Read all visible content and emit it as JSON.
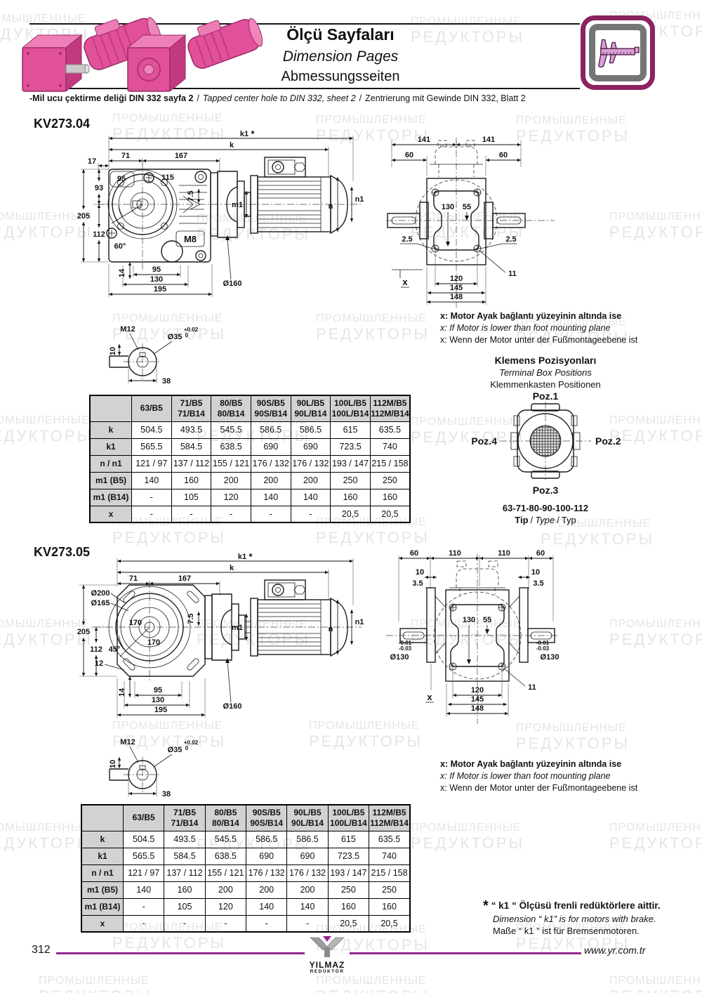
{
  "watermark": {
    "line1": "ПРОМЫШЛЕННЫЕ",
    "line2": "РЕДУКТОРЫ"
  },
  "header": {
    "title_tr": "Ölçü Sayfaları",
    "title_en": "Dimension Pages",
    "title_de": "Abmessungsseiten",
    "note_tr": "-Mil ucu çektirme deliği DIN 332 sayfa 2",
    "sep1": "/",
    "note_en": "Tapped center hole to DIN 332, sheet 2",
    "sep2": "/",
    "note_de": "Zentrierung mit Gewinde DIN 332, Blatt 2"
  },
  "xnote": {
    "tr": "x: Motor Ayak bağlantı yüzeyinin altında ise",
    "en": "x: If Motor is lower than foot mounting plane",
    "de": "x: Wenn der Motor unter der Fußmontageebene ist"
  },
  "terminal": {
    "title_tr": "Klemens Pozisyonları",
    "title_en": "Terminal Box Positions",
    "title_de": "Klemmenkasten Positionen",
    "poz1": "Poz.1",
    "poz2": "Poz.2",
    "poz3": "Poz.3",
    "poz4": "Poz.4",
    "types": "63-71-80-90-100-112",
    "tip": "Tip",
    "type": "Type",
    "typ": "Typ",
    "sep": "/"
  },
  "kv04": {
    "model": "KV273.04",
    "main": {
      "k1": "k1",
      "star": "*",
      "k": "k",
      "w71": "71",
      "w167": "167",
      "w17": "17",
      "c95": "95",
      "c115": "115",
      "h93": "93",
      "h205": "205",
      "h112": "112",
      "a60": "60°",
      "m8": "M8",
      "v75": "7.5",
      "m1": "m1",
      "n": "n",
      "n1": "n1",
      "b14": "14",
      "b95": "95",
      "b130": "130",
      "b195": "195",
      "d160": "Ø160"
    },
    "rear": {
      "t141l": "141",
      "t141r": "141",
      "t60l": "60",
      "t60r": "60",
      "c130": "130",
      "c55": "55",
      "s25l": "2.5",
      "s25r": "2.5",
      "l11": "11",
      "b120": "120",
      "b145": "145",
      "b148": "148",
      "x": "x"
    },
    "shaft": {
      "m12": "M12",
      "h10": "10",
      "d35": "Ø35",
      "tol_top": "+0.02",
      "tol_bot": "0",
      "w38": "38"
    },
    "table": {
      "col0": "",
      "headers": [
        [
          "63/B5"
        ],
        [
          "71/B5",
          "71/B14"
        ],
        [
          "80/B5",
          "80/B14"
        ],
        [
          "90S/B5",
          "90S/B14"
        ],
        [
          "90L/B5",
          "90L/B14"
        ],
        [
          "100L/B5",
          "100L/B14"
        ],
        [
          "112M/B5",
          "112M/B14"
        ]
      ],
      "rows": [
        {
          "label": "k",
          "values": [
            "504.5",
            "493.5",
            "545.5",
            "586.5",
            "586.5",
            "615",
            "635.5"
          ]
        },
        {
          "label": "k1",
          "values": [
            "565.5",
            "584.5",
            "638.5",
            "690",
            "690",
            "723.5",
            "740"
          ]
        },
        {
          "label": "n / n1",
          "values": [
            "121 / 97",
            "137 / 112",
            "155 / 121",
            "176 / 132",
            "176 / 132",
            "193 / 147",
            "215 / 158"
          ]
        },
        {
          "label": "m1 (B5)",
          "values": [
            "140",
            "160",
            "200",
            "200",
            "200",
            "250",
            "250"
          ]
        },
        {
          "label": "m1 (B14)",
          "values": [
            "-",
            "105",
            "120",
            "140",
            "140",
            "160",
            "160"
          ]
        },
        {
          "label": "x",
          "values": [
            "-",
            "-",
            "-",
            "-",
            "-",
            "20,5",
            "20,5"
          ]
        }
      ]
    }
  },
  "kv05": {
    "model": "KV273.05",
    "main": {
      "k1": "k1",
      "star": "*",
      "k": "k",
      "w71": "71",
      "w167": "167",
      "d200": "Ø200",
      "d165": "Ø165",
      "c170a": "170",
      "c170b": "170",
      "h205": "205",
      "h112": "112",
      "a45": "45°",
      "w12": "12",
      "v75": "7.5",
      "m1": "m1",
      "n": "n",
      "n1": "n1",
      "b14": "14",
      "b95": "95",
      "b130": "130",
      "b195": "195",
      "d160": "Ø160"
    },
    "rear": {
      "t60l": "60",
      "t110l": "110",
      "t110r": "110",
      "t60r": "60",
      "s10l": "10",
      "s35l": "3.5",
      "s10r": "10",
      "s35r": "3.5",
      "c130": "130",
      "c55": "55",
      "toll1": "-0.01",
      "toll2": "-0.03",
      "d130l": "Ø130",
      "tolr1": "-0.01",
      "tolr2": "-0.03",
      "d130r": "Ø130",
      "l11": "11",
      "b120": "120",
      "b145": "145",
      "b148": "148",
      "x": "x"
    },
    "shaft": {
      "m12": "M12",
      "h10": "10",
      "d35": "Ø35",
      "tol_top": "+0.02",
      "tol_bot": "0",
      "w38": "38"
    },
    "table": {
      "col0": "",
      "headers": [
        [
          "63/B5"
        ],
        [
          "71/B5",
          "71/B14"
        ],
        [
          "80/B5",
          "80/B14"
        ],
        [
          "90S/B5",
          "90S/B14"
        ],
        [
          "90L/B5",
          "90L/B14"
        ],
        [
          "100L/B5",
          "100L/B14"
        ],
        [
          "112M/B5",
          "112M/B14"
        ]
      ],
      "rows": [
        {
          "label": "k",
          "values": [
            "504.5",
            "493.5",
            "545.5",
            "586.5",
            "586.5",
            "615",
            "635.5"
          ]
        },
        {
          "label": "k1",
          "values": [
            "565.5",
            "584.5",
            "638.5",
            "690",
            "690",
            "723.5",
            "740"
          ]
        },
        {
          "label": "n / n1",
          "values": [
            "121 / 97",
            "137 / 112",
            "155 / 121",
            "176 / 132",
            "176 / 132",
            "193 / 147",
            "215 / 158"
          ]
        },
        {
          "label": "m1 (B5)",
          "values": [
            "140",
            "160",
            "200",
            "200",
            "200",
            "250",
            "250"
          ]
        },
        {
          "label": "m1 (B14)",
          "values": [
            "-",
            "105",
            "120",
            "140",
            "140",
            "160",
            "160"
          ]
        },
        {
          "label": "x",
          "values": [
            "-",
            "-",
            "-",
            "-",
            "-",
            "20,5",
            "20,5"
          ]
        }
      ]
    }
  },
  "footnote": {
    "star": "*",
    "tr": "“ k1 “ Ölçüsü frenli redüktörlere aittir.",
    "en": "Dimension “ k1” is for motors with brake.",
    "de": "Maße “ k1 ” ist für Bremsenmotoren."
  },
  "footer": {
    "page": "312",
    "url": "www.yr.com.tr",
    "logo1": "YILMAZ",
    "logo2": "REDÜKTÖR"
  }
}
